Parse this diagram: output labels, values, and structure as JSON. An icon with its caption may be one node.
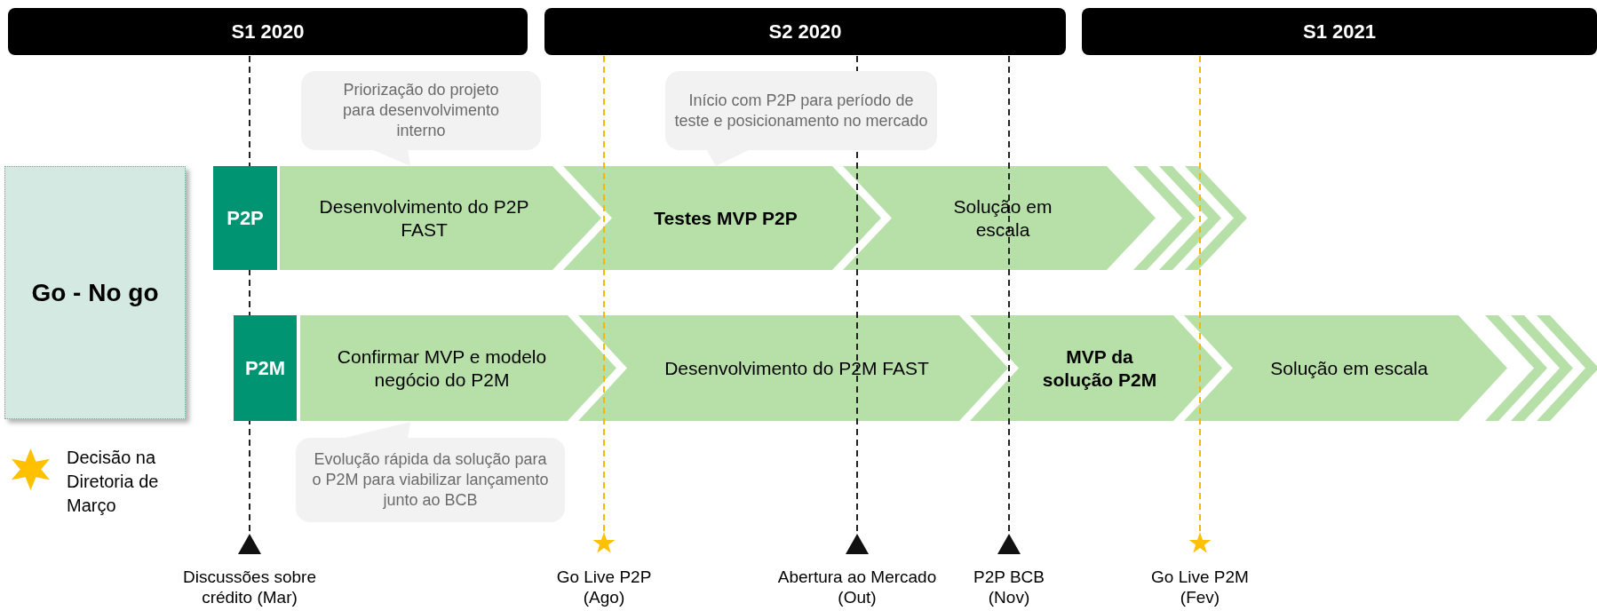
{
  "diagram": {
    "nodes": [
      {
        "text": [
          "S1 2020"
        ]
      },
      {
        "text": [
          "S2 2020"
        ]
      },
      {
        "text": [
          "S1 2021"
        ]
      },
      {
        "text": [
          "Priorização do projeto para desenvolvimento interno"
        ]
      },
      {
        "text": [
          "Início com P2P para período de teste e posicionamento no mercado"
        ]
      },
      {
        "text": [
          "Go - No go"
        ]
      },
      {
        "text": [
          "P2P"
        ]
      },
      {
        "text": [
          "Desenvolvimento do P2P FAST"
        ]
      },
      {
        "text": [
          "Testes MVP P2P"
        ]
      },
      {
        "text": [
          "Solução em escala"
        ]
      },
      {
        "text": [
          "P2M"
        ]
      },
      {
        "text": [
          "Confirmar MVP e modelo negócio do P2M"
        ]
      },
      {
        "text": [
          "Desenvolvimento do P2M FAST"
        ]
      },
      {
        "text": [
          "MVP da solução P2M"
        ]
      },
      {
        "text": [
          "Solução em escala"
        ]
      },
      {
        "text": [
          "Evolução rápida da solução para o P2M para viabilizar lançamento junto ao BCB"
        ]
      }
    ],
    "labels": [
      "Discussões sobre crédito (Mar)",
      "Go Live P2P (Ago)",
      "Abertura ao Mercado (Out)",
      "P2P BCB (Nov)",
      "Go Live P2M (Fev)"
    ],
    "legend": [
      {
        "text": "Decisão na Diretoria de Março"
      }
    ]
  }
}
